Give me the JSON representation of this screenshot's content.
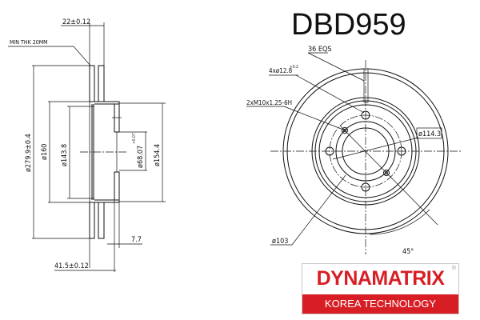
{
  "part_number": "DBD959",
  "side_view": {
    "thickness": "22±0.12",
    "min_thickness": "MIN THK 20MM",
    "outer_diameter": "ø279.9±0.4",
    "d160": "ø160",
    "d143": "ø143.8",
    "center_bore": "ø68.07",
    "center_bore_tol": "+0.07",
    "hub_diameter": "ø154.4",
    "hat_thickness": "7.7",
    "total_height": "41.5±0.12"
  },
  "front_view": {
    "vanes": "36 EQS",
    "bolt_holes": "4xø12.8",
    "bolt_holes_tol": "+0.2",
    "threaded_holes": "2xM10x1.25-6H",
    "pcd": "ø114.3",
    "inner_diameter": "ø103",
    "angle": "45°"
  },
  "logo": {
    "brand": "DYNAMATRIX",
    "tagline": "KOREA TECHNOLOGY",
    "registered": "®",
    "colors": {
      "brand_red": "#d81e25"
    }
  }
}
